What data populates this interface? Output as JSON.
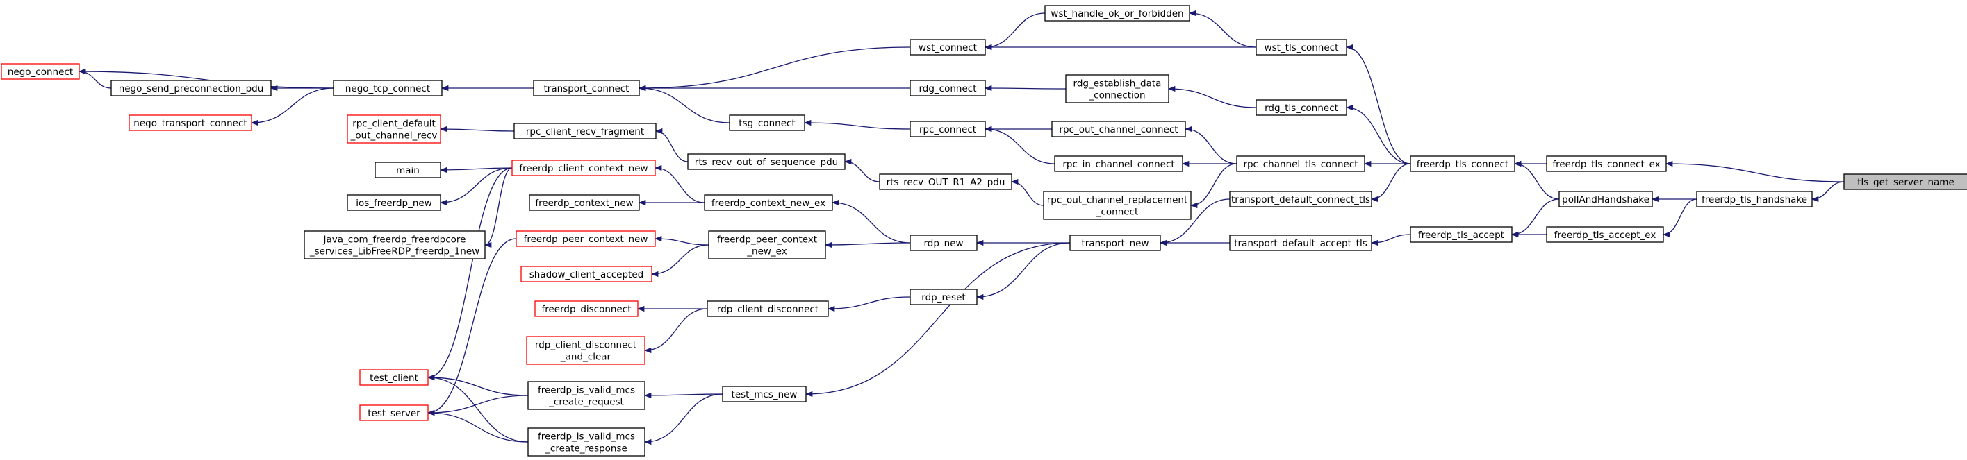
{
  "diagram": {
    "type": "doxygen-caller-graph",
    "target_node": "tls_get_server_name",
    "colors": {
      "edge": "#191970",
      "truncated_border": "#ff0000",
      "target_fill": "#bfbfbf"
    },
    "nodes": [
      {
        "id": "tls_get_server_name",
        "lines": [
          "tls_get_server_name"
        ]
      },
      {
        "id": "freerdp_tls_connect_ex",
        "lines": [
          "freerdp_tls_connect_ex"
        ]
      },
      {
        "id": "freerdp_tls_handshake",
        "lines": [
          "freerdp_tls_handshake"
        ]
      },
      {
        "id": "freerdp_tls_accept_ex",
        "lines": [
          "freerdp_tls_accept_ex"
        ]
      },
      {
        "id": "pollAndHandshake",
        "lines": [
          "pollAndHandshake"
        ]
      },
      {
        "id": "freerdp_tls_connect",
        "lines": [
          "freerdp_tls_connect"
        ]
      },
      {
        "id": "freerdp_tls_accept",
        "lines": [
          "freerdp_tls_accept"
        ]
      },
      {
        "id": "wst_tls_connect",
        "lines": [
          "wst_tls_connect"
        ]
      },
      {
        "id": "rdg_tls_connect",
        "lines": [
          "rdg_tls_connect"
        ]
      },
      {
        "id": "rpc_channel_tls_connect",
        "lines": [
          "rpc_channel_tls_connect"
        ]
      },
      {
        "id": "transport_default_connect_tls",
        "lines": [
          "transport_default_connect_tls"
        ]
      },
      {
        "id": "transport_default_accept_tls",
        "lines": [
          "transport_default_accept_tls"
        ]
      },
      {
        "id": "wst_handle_ok_or_forbidden",
        "lines": [
          "wst_handle_ok_or_forbidden"
        ]
      },
      {
        "id": "wst_connect",
        "lines": [
          "wst_connect"
        ]
      },
      {
        "id": "rdg_establish_data_connection",
        "lines": [
          "rdg_establish_data",
          "_connection"
        ]
      },
      {
        "id": "rpc_out_channel_connect",
        "lines": [
          "rpc_out_channel_connect"
        ]
      },
      {
        "id": "rpc_in_channel_connect",
        "lines": [
          "rpc_in_channel_connect"
        ]
      },
      {
        "id": "rpc_out_channel_replacement_connect",
        "lines": [
          "rpc_out_channel_replacement",
          "_connect"
        ]
      },
      {
        "id": "transport_new",
        "lines": [
          "transport_new"
        ]
      },
      {
        "id": "rdg_connect",
        "lines": [
          "rdg_connect"
        ]
      },
      {
        "id": "rpc_connect",
        "lines": [
          "rpc_connect"
        ]
      },
      {
        "id": "rts_recv_OUT_R1_A2_pdu",
        "lines": [
          "rts_recv_OUT_R1_A2_pdu"
        ]
      },
      {
        "id": "rdp_new",
        "lines": [
          "rdp_new"
        ]
      },
      {
        "id": "rdp_reset",
        "lines": [
          "rdp_reset"
        ]
      },
      {
        "id": "test_mcs_new",
        "lines": [
          "test_mcs_new"
        ]
      },
      {
        "id": "transport_connect",
        "lines": [
          "transport_connect"
        ]
      },
      {
        "id": "tsg_connect",
        "lines": [
          "tsg_connect"
        ]
      },
      {
        "id": "rts_recv_out_of_sequence_pdu",
        "lines": [
          "rts_recv_out_of_sequence_pdu"
        ]
      },
      {
        "id": "freerdp_context_new_ex",
        "lines": [
          "freerdp_context_new_ex"
        ]
      },
      {
        "id": "freerdp_peer_context_new_ex",
        "lines": [
          "freerdp_peer_context",
          "_new_ex"
        ]
      },
      {
        "id": "rdp_client_disconnect",
        "lines": [
          "rdp_client_disconnect"
        ]
      },
      {
        "id": "freerdp_is_valid_mcs_create_request",
        "lines": [
          "freerdp_is_valid_mcs",
          "_create_request"
        ]
      },
      {
        "id": "freerdp_is_valid_mcs_create_response",
        "lines": [
          "freerdp_is_valid_mcs",
          "_create_response"
        ]
      },
      {
        "id": "nego_tcp_connect",
        "lines": [
          "nego_tcp_connect"
        ]
      },
      {
        "id": "rpc_client_recv_fragment",
        "lines": [
          "rpc_client_recv_fragment"
        ]
      },
      {
        "id": "freerdp_client_context_new",
        "lines": [
          "freerdp_client_context_new"
        ]
      },
      {
        "id": "freerdp_context_new",
        "lines": [
          "freerdp_context_new"
        ]
      },
      {
        "id": "freerdp_peer_context_new",
        "lines": [
          "freerdp_peer_context_new"
        ]
      },
      {
        "id": "shadow_client_accepted",
        "lines": [
          "shadow_client_accepted"
        ]
      },
      {
        "id": "freerdp_disconnect",
        "lines": [
          "freerdp_disconnect"
        ]
      },
      {
        "id": "rdp_client_disconnect_and_clear",
        "lines": [
          "rdp_client_disconnect",
          "_and_clear"
        ]
      },
      {
        "id": "test_client",
        "lines": [
          "test_client"
        ]
      },
      {
        "id": "test_server",
        "lines": [
          "test_server"
        ]
      },
      {
        "id": "nego_connect",
        "lines": [
          "nego_connect"
        ]
      },
      {
        "id": "nego_send_preconnection_pdu",
        "lines": [
          "nego_send_preconnection_pdu"
        ]
      },
      {
        "id": "nego_transport_connect",
        "lines": [
          "nego_transport_connect"
        ]
      },
      {
        "id": "rpc_client_default_out_channel_recv",
        "lines": [
          "rpc_client_default",
          "_out_channel_recv"
        ]
      },
      {
        "id": "main",
        "lines": [
          "main"
        ]
      },
      {
        "id": "ios_freerdp_new",
        "lines": [
          "ios_freerdp_new"
        ]
      },
      {
        "id": "Java_freerdp_new",
        "lines": [
          "Java_com_freerdp_freerdpcore",
          "_services_LibFreeRDP_freerdp_1new"
        ]
      }
    ],
    "edges": [
      [
        "freerdp_tls_connect_ex",
        "tls_get_server_name"
      ],
      [
        "freerdp_tls_handshake",
        "tls_get_server_name"
      ],
      [
        "freerdp_tls_connect",
        "freerdp_tls_connect_ex"
      ],
      [
        "pollAndHandshake",
        "freerdp_tls_handshake"
      ],
      [
        "freerdp_tls_accept_ex",
        "freerdp_tls_handshake"
      ],
      [
        "freerdp_tls_connect",
        "pollAndHandshake"
      ],
      [
        "freerdp_tls_accept",
        "pollAndHandshake"
      ],
      [
        "freerdp_tls_accept",
        "freerdp_tls_accept_ex"
      ],
      [
        "wst_tls_connect",
        "freerdp_tls_connect"
      ],
      [
        "rdg_tls_connect",
        "freerdp_tls_connect"
      ],
      [
        "rpc_channel_tls_connect",
        "freerdp_tls_connect"
      ],
      [
        "transport_default_connect_tls",
        "freerdp_tls_connect"
      ],
      [
        "transport_default_accept_tls",
        "freerdp_tls_accept"
      ],
      [
        "wst_handle_ok_or_forbidden",
        "wst_tls_connect"
      ],
      [
        "wst_connect",
        "wst_tls_connect"
      ],
      [
        "rdg_establish_data_connection",
        "rdg_tls_connect"
      ],
      [
        "rpc_out_channel_connect",
        "rpc_channel_tls_connect"
      ],
      [
        "rpc_in_channel_connect",
        "rpc_channel_tls_connect"
      ],
      [
        "rpc_out_channel_replacement_connect",
        "rpc_channel_tls_connect"
      ],
      [
        "transport_new",
        "transport_default_connect_tls"
      ],
      [
        "transport_new",
        "transport_default_accept_tls"
      ],
      [
        "wst_connect",
        "wst_handle_ok_or_forbidden"
      ],
      [
        "transport_connect",
        "wst_connect"
      ],
      [
        "rdg_connect",
        "rdg_establish_data_connection"
      ],
      [
        "rpc_connect",
        "rpc_out_channel_connect"
      ],
      [
        "rpc_connect",
        "rpc_in_channel_connect"
      ],
      [
        "rts_recv_OUT_R1_A2_pdu",
        "rpc_out_channel_replacement_connect"
      ],
      [
        "rdp_new",
        "transport_new"
      ],
      [
        "rdp_reset",
        "transport_new"
      ],
      [
        "test_mcs_new",
        "transport_new"
      ],
      [
        "transport_connect",
        "rdg_connect"
      ],
      [
        "tsg_connect",
        "rpc_connect"
      ],
      [
        "rts_recv_out_of_sequence_pdu",
        "rts_recv_OUT_R1_A2_pdu"
      ],
      [
        "freerdp_context_new_ex",
        "rdp_new"
      ],
      [
        "freerdp_peer_context_new_ex",
        "rdp_new"
      ],
      [
        "rdp_client_disconnect",
        "rdp_reset"
      ],
      [
        "freerdp_is_valid_mcs_create_request",
        "test_mcs_new"
      ],
      [
        "freerdp_is_valid_mcs_create_response",
        "test_mcs_new"
      ],
      [
        "nego_tcp_connect",
        "transport_connect"
      ],
      [
        "transport_connect",
        "tsg_connect"
      ],
      [
        "rpc_client_recv_fragment",
        "rts_recv_out_of_sequence_pdu"
      ],
      [
        "freerdp_client_context_new",
        "freerdp_context_new_ex"
      ],
      [
        "freerdp_context_new",
        "freerdp_context_new_ex"
      ],
      [
        "freerdp_peer_context_new",
        "freerdp_peer_context_new_ex"
      ],
      [
        "shadow_client_accepted",
        "freerdp_peer_context_new_ex"
      ],
      [
        "freerdp_disconnect",
        "rdp_client_disconnect"
      ],
      [
        "rdp_client_disconnect_and_clear",
        "rdp_client_disconnect"
      ],
      [
        "test_client",
        "freerdp_is_valid_mcs_create_request"
      ],
      [
        "test_server",
        "freerdp_is_valid_mcs_create_request"
      ],
      [
        "test_client",
        "freerdp_is_valid_mcs_create_response"
      ],
      [
        "test_server",
        "freerdp_is_valid_mcs_create_response"
      ],
      [
        "nego_connect",
        "nego_tcp_connect"
      ],
      [
        "nego_send_preconnection_pdu",
        "nego_tcp_connect"
      ],
      [
        "nego_transport_connect",
        "nego_tcp_connect"
      ],
      [
        "rpc_client_default_out_channel_recv",
        "rpc_client_recv_fragment"
      ],
      [
        "main",
        "freerdp_client_context_new"
      ],
      [
        "ios_freerdp_new",
        "freerdp_client_context_new"
      ],
      [
        "Java_freerdp_new",
        "freerdp_client_context_new"
      ],
      [
        "test_client",
        "freerdp_client_context_new"
      ],
      [
        "test_server",
        "freerdp_peer_context_new"
      ],
      [
        "nego_connect",
        "nego_send_preconnection_pdu"
      ]
    ]
  }
}
